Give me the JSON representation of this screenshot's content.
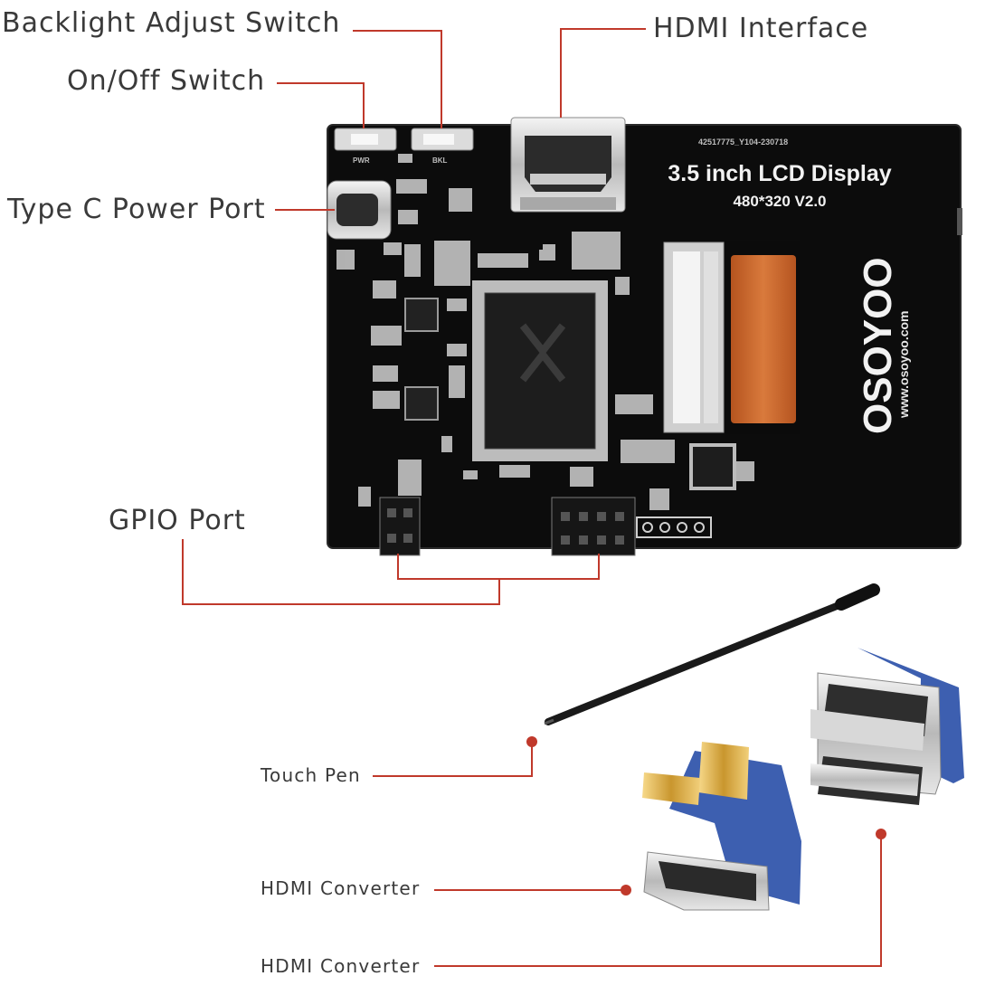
{
  "callouts": {
    "backlight_switch": "Backlight Adjust Switch",
    "onoff_switch": "On/Off Switch",
    "typec_port": "Type C Power Port",
    "hdmi_interface": "HDMI Interface",
    "gpio_port": "GPIO Port",
    "touch_pen": "Touch Pen",
    "hdmi_converter_1": "HDMI Converter",
    "hdmi_converter_2": "HDMI Converter"
  },
  "board": {
    "title": "3.5 inch LCD Display",
    "subtitle": "480*320 V2.0",
    "serial": "42517775_Y104-230718",
    "brand": "OSOYOO",
    "website": "www.osoyoo.com",
    "pwr_label": "PWR",
    "bkl_label": "BKL"
  },
  "colors": {
    "leader_line": "#c0392b",
    "board": "#111111",
    "flex_cable": "#c8642a",
    "adapter_blue": "#3d5fb0",
    "label_text": "#3a3a3a"
  }
}
